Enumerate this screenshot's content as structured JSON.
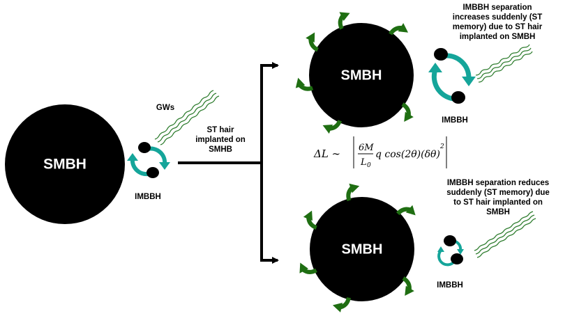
{
  "colors": {
    "black_hole": "#000000",
    "binary_arrow": "#15a59a",
    "gw_wave": "#2f7d2f",
    "hair_arrow": "#1f6e12"
  },
  "left": {
    "smbh_label": "SMBH",
    "gw_label": "GWs",
    "imbbh_label": "IMBBH",
    "st_hair_lines": [
      "ST hair",
      "implanted on",
      "SMHB"
    ]
  },
  "top": {
    "smbh_label": "SMBH",
    "imbbh_label": "IMBBH",
    "caption_lines": [
      "IMBBH separation",
      "increases suddenly (ST",
      "memory) due to ST hair",
      "implanted on SMBH"
    ]
  },
  "bottom": {
    "smbh_label": "SMBH",
    "imbbh_label": "IMBBH",
    "caption_lines": [
      "IMBBH separation reduces",
      "suddenly (ST memory) due",
      "to ST hair implanted on",
      "SMBH"
    ]
  },
  "equation": {
    "lhs": "ΔL ∼",
    "numerator": "6M",
    "denominator": "L",
    "denominator_sub": "0",
    "rest": "q cos(2θ)(δθ)",
    "exponent": "2"
  }
}
